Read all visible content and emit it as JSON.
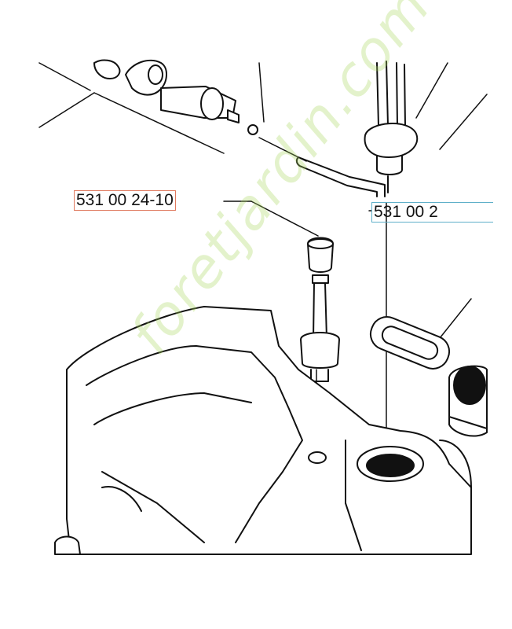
{
  "labels": {
    "left_part_number": "531 00 24-10",
    "right_part_number": "531 00 2"
  },
  "watermark": {
    "text": "foretjardin.com",
    "color": "#a8d65c"
  },
  "colors": {
    "left_box_border": "#e07a5f",
    "right_box_border": "#5fb0c9",
    "line_art": "#111111"
  }
}
